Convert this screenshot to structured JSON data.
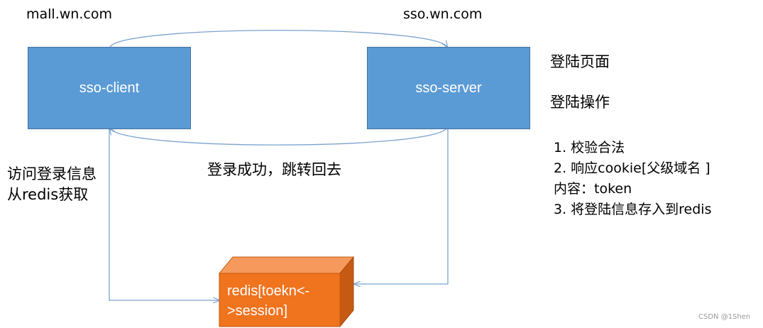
{
  "diagram": {
    "client_domain": "mall.wn.com",
    "server_domain": "sso.wn.com",
    "client_box": "sso-client",
    "server_box": "sso-server",
    "login_page": "登陆页面",
    "login_action": "登陆操作",
    "steps": [
      "1. 校验合法",
      "2. 响应cookie[父级域名 ]",
      "内容：token",
      "3. 将登陆信息存入到redis"
    ],
    "client_note_line1": "访问登录信息",
    "client_note_line2": "从redis获取",
    "return_label": "登录成功，跳转回去",
    "redis_label": "redis[toekn<->session]",
    "watermark": "CSDN @1Shen"
  },
  "colors": {
    "box_fill": "#5b9bd5",
    "box_border": "#41719c",
    "redis_front": "#f0731e",
    "redis_top": "#f59a5c",
    "redis_side": "#c65a12",
    "connector": "#7ba3cf"
  }
}
